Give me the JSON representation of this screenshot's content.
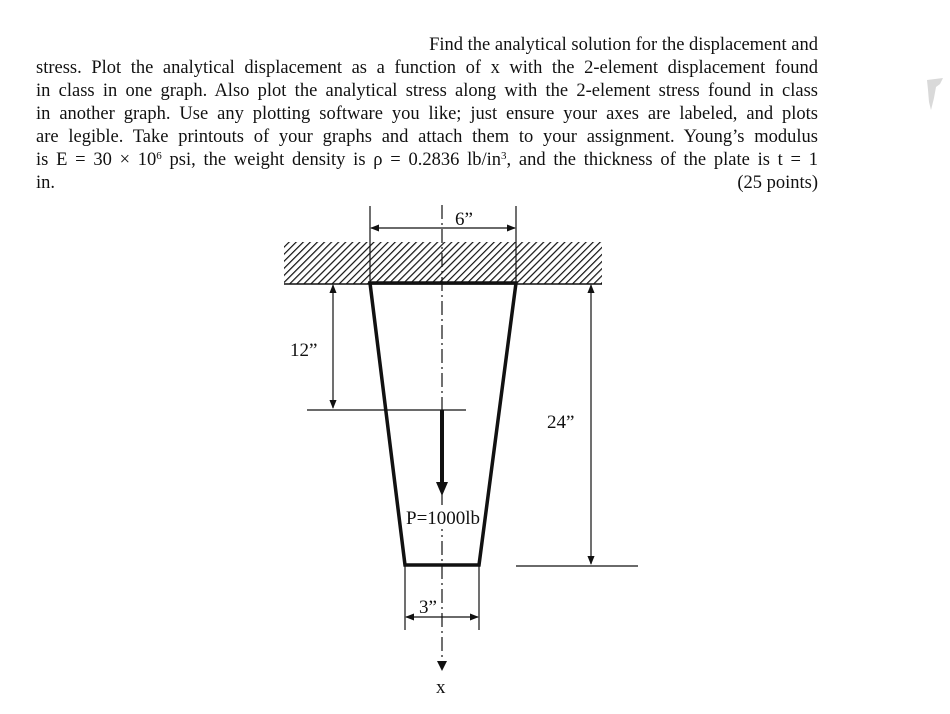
{
  "problem": {
    "lines": [
      "Find the analytical solution for the displacement and",
      "stress. Plot the analytical displacement as a function of x with the 2-element displacement found",
      "in class in one graph. Also plot the analytical stress along with the 2-element stress found in class",
      "in another graph. Use any plotting software you like; just ensure your axes are labeled, and plots",
      "are legible. Take printouts of your graphs and attach them to your assignment. Young’s modulus"
    ],
    "line6": {
      "part1": "is E = 30 × 10",
      "exp1": "6",
      "part2": " psi, the weight density is ρ = 0.2836 lb/in",
      "exp2": "3",
      "part3": ", and the thickness of the plate is t = 1"
    },
    "line7": "in.",
    "points": "(25 points)"
  },
  "figure": {
    "top_width_label": "6”",
    "load_depth_label": "12”",
    "length_label": "24”",
    "load_label": "P=1000lb",
    "bottom_width_label": "3”",
    "axis_label": "x"
  }
}
